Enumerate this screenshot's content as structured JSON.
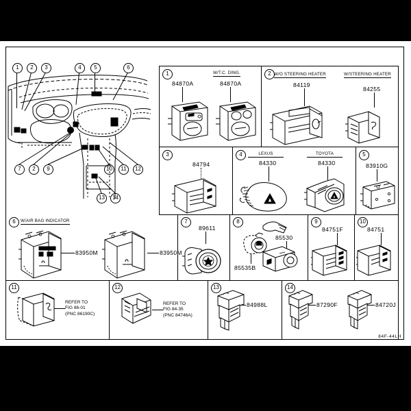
{
  "figure": {
    "code": "84F-44LH",
    "type": "automotive-parts-catalog-diagram",
    "description": "Instrument panel switch location diagram with numbered part callouts"
  },
  "dashboard": {
    "name": "instrument-panel-illustration",
    "top_callouts": [
      "1",
      "2",
      "3",
      "4",
      "5",
      "6"
    ],
    "bottom_callouts": [
      "7",
      "2",
      "9",
      "10",
      "11",
      "12"
    ],
    "lower_callouts": [
      "13",
      "14"
    ]
  },
  "panels": [
    {
      "num": "1",
      "variants": [
        {
          "condition": "",
          "part": "84870A"
        },
        {
          "condition": "W/T.C. DING.",
          "part": "84870A"
        }
      ]
    },
    {
      "num": "2",
      "variants": [
        {
          "condition": "W/O STEERING HEATER",
          "part": "84119"
        },
        {
          "condition": "W/STEERING HEATER",
          "part": "84255"
        }
      ]
    },
    {
      "num": "3",
      "variants": [
        {
          "condition": "",
          "part": "84794"
        }
      ]
    },
    {
      "num": "4",
      "variants": [
        {
          "condition": "LEXUS",
          "part": "84330"
        },
        {
          "condition": "TOYOTA",
          "part": "84330"
        }
      ]
    },
    {
      "num": "5",
      "variants": [
        {
          "condition": "",
          "part": "83910G"
        }
      ]
    },
    {
      "num": "6",
      "header": "W/AIR BAG INDICATOR",
      "variants": [
        {
          "condition": "",
          "part": "83950M"
        },
        {
          "condition": "",
          "part": "83950M"
        }
      ]
    },
    {
      "num": "7",
      "variants": [
        {
          "condition": "",
          "part": "89611"
        }
      ]
    },
    {
      "num": "8",
      "variants": [
        {
          "condition": "",
          "part": "85535B"
        },
        {
          "condition": "",
          "part": "85530"
        }
      ]
    },
    {
      "num": "9",
      "variants": [
        {
          "condition": "",
          "part": "84751F"
        }
      ]
    },
    {
      "num": "10",
      "variants": [
        {
          "condition": "",
          "part": "84751"
        }
      ]
    },
    {
      "num": "11",
      "variants": [
        {
          "condition": "",
          "refer": "REFER TO\nFIG 86-01\n(PNC 86190C)"
        }
      ]
    },
    {
      "num": "12",
      "variants": [
        {
          "condition": "",
          "refer": "REFER TO\nFIG 84-35\n(PNC 84746A)"
        }
      ]
    },
    {
      "num": "13",
      "variants": [
        {
          "condition": "",
          "part": "84988L"
        }
      ]
    },
    {
      "num": "14",
      "variants": [
        {
          "condition": "",
          "part": "87290F"
        },
        {
          "condition": "",
          "part": "84720J"
        }
      ]
    }
  ],
  "refer_notes": {
    "p11_line1": "REFER TO",
    "p11_line2": "FIG 86-01",
    "p11_line3": "(PNC 86190C)",
    "p12_line1": "REFER TO",
    "p12_line2": "FIG 84-35",
    "p12_line3": "(PNC 84746A)"
  },
  "colors": {
    "background": "#000000",
    "sheet": "#ffffff",
    "ink": "#000000"
  }
}
